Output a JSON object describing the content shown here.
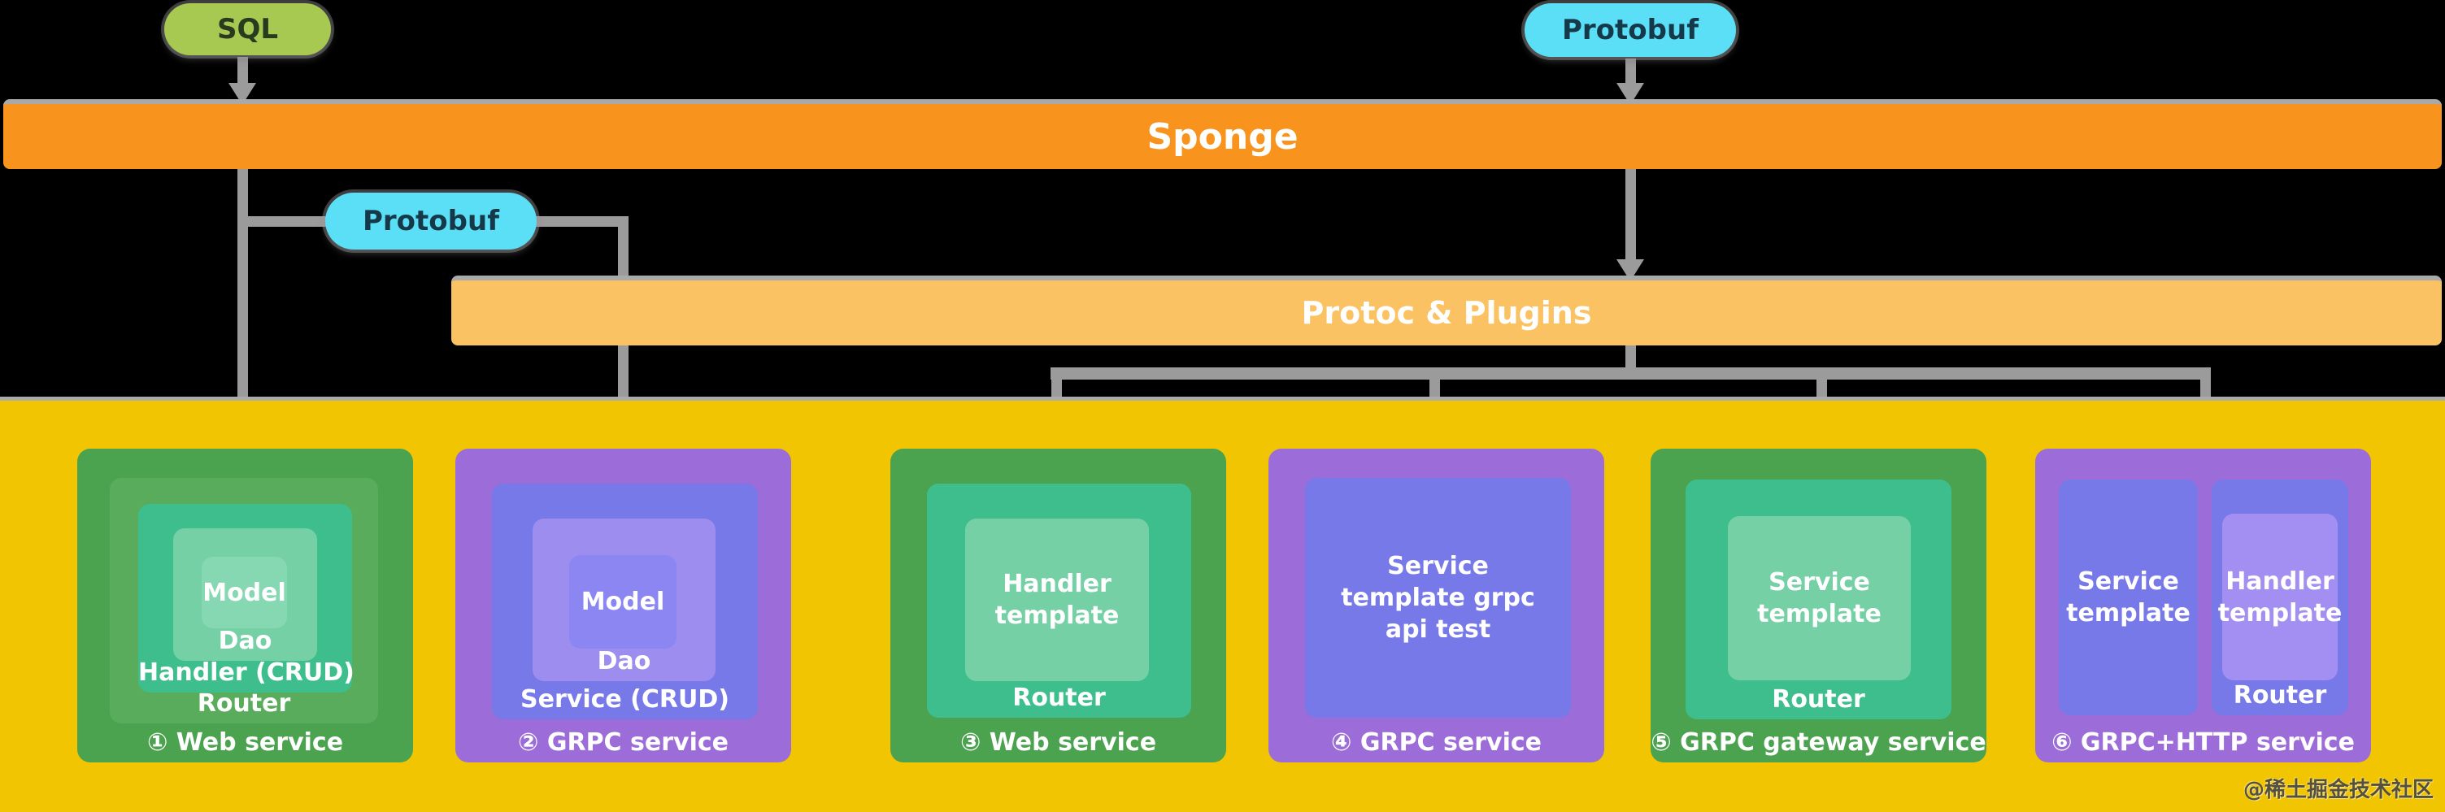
{
  "colors": {
    "background": "#000000",
    "yellow_band": "#F2C502",
    "sponge_bar": "#F8941D",
    "protoc_bar": "#FAC262",
    "connector_gray": "#9B9B9B",
    "sql_badge": "#A7C851",
    "protobuf_badge": "#5BDFF6",
    "green_outer": "#4BA24F",
    "green_mid": "#58AC5B",
    "teal": "#3DBE8C",
    "teal_light": "#75D0A6",
    "teal_lighter": "#86D8B3",
    "purple_outer": "#9C6CD9",
    "indigo_inner": "#7879E9",
    "purple_light": "#9D8DEE",
    "indigo_model": "#8B86F1",
    "purple_handler": "#A38FF2"
  },
  "badges": {
    "sql": "SQL",
    "protobuf_top": "Protobuf",
    "protobuf_mid": "Protobuf"
  },
  "bars": {
    "sponge": "Sponge",
    "protoc": "Protoc & Plugins"
  },
  "boxes": {
    "box1": {
      "label": "① Web service",
      "router": "Router",
      "handler": "Handler (CRUD)",
      "dao": "Dao",
      "model": "Model"
    },
    "box2": {
      "label": "② GRPC service",
      "service": "Service (CRUD)",
      "dao": "Dao",
      "model": "Model"
    },
    "box3": {
      "label": "③ Web service",
      "router": "Router",
      "handler_template": "Handler template"
    },
    "box4": {
      "label": "④ GRPC service",
      "service_template": "Service template grpc api test"
    },
    "box5": {
      "label": "⑤ GRPC gateway service",
      "router": "Router",
      "service_template": "Service template"
    },
    "box6": {
      "label": "⑥ GRPC+HTTP service",
      "service_template": "Service template",
      "handler_template": "Handler template",
      "router": "Router"
    }
  },
  "watermark": "@稀土掘金技术社区"
}
